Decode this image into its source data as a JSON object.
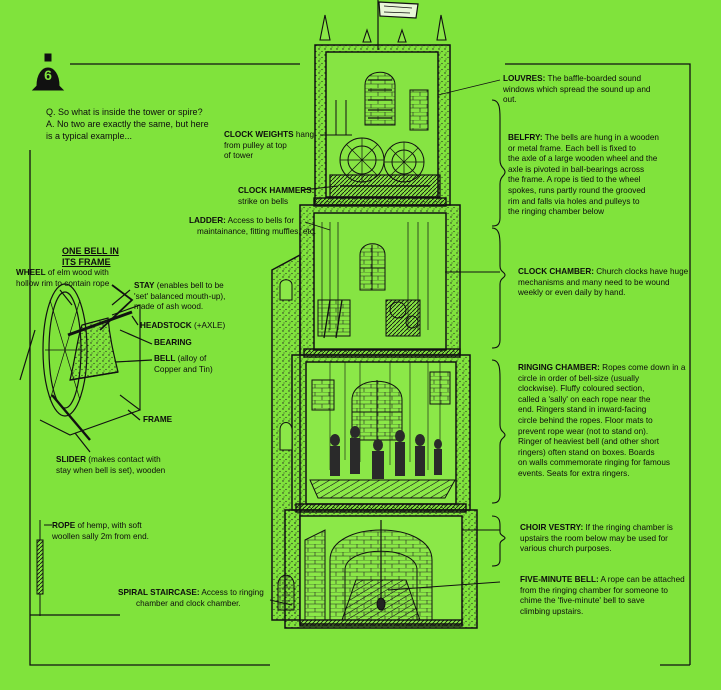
{
  "badge": {
    "number": "6"
  },
  "intro": {
    "question": "Q. So what is inside the tower or spire?",
    "answer_line1": "A. No two are exactly the same, but here",
    "answer_line2": "is a typical example..."
  },
  "bell_panel": {
    "title_line1": "ONE BELL IN",
    "title_line2": "ITS FRAME",
    "wheel": {
      "term": "WHEEL",
      "line1": " of elm wood with",
      "line2": "hollow rim to contain rope"
    },
    "stay": {
      "term": "STAY",
      "line1": " (enables bell to be",
      "line2": "'set' balanced mouth-up),",
      "line3": "made of ash wood."
    },
    "headstock": {
      "term": "HEADSTOCK",
      "text": " (+AXLE)"
    },
    "bearing": {
      "term": "BEARING"
    },
    "bell": {
      "term": "BELL",
      "line1": " (alloy of",
      "line2": "Copper and Tin)"
    },
    "frame": {
      "term": "FRAME"
    },
    "slider": {
      "term": "SLIDER",
      "line1": " (makes contact with",
      "line2": "stay when bell is set), wooden"
    },
    "rope": {
      "term": "ROPE",
      "line1": " of hemp, with soft",
      "line2": "woollen sally 2m from end."
    }
  },
  "left_labels": {
    "clock_weights": {
      "term": "CLOCK WEIGHTS",
      "line1": " hang",
      "line2": "from pulley at top",
      "line3": "of tower"
    },
    "clock_hammers": {
      "term": "CLOCK HAMMERS:",
      "line1": "strike on bells"
    },
    "ladder": {
      "term": "LADDER:",
      "line1": " Access to bells for",
      "line2": "maintainance, fitting muffles, etc."
    },
    "spiral_staircase": {
      "term": "SPIRAL STAIRCASE:",
      "line1": " Access to ringing",
      "line2": "chamber and clock chamber."
    }
  },
  "right_labels": {
    "louvres": {
      "term": "LOUVRES:",
      "line1": " The baffle-boarded sound",
      "line2": "windows which spread the sound up and",
      "line3": "out."
    },
    "belfry": {
      "term": "BELFRY:",
      "lines": [
        " The bells are hung in a wooden",
        "or metal frame. Each bell is fixed to",
        "the axle of a large wooden wheel and the",
        "axle is pivoted in ball-bearings across",
        "the frame. A rope is tied to the wheel",
        "spokes, runs partly round the grooved",
        "rim and falls via holes and pulleys to",
        "the ringing chamber below"
      ]
    },
    "clock_chamber": {
      "term": "CLOCK CHAMBER:",
      "lines": [
        " Church clocks have huge",
        "mechanisms and many need to be wound",
        "weekly or even daily by hand."
      ]
    },
    "ringing_chamber": {
      "term": "RINGING CHAMBER:",
      "lines": [
        " Ropes come down in a",
        "circle in order of bell-size (usually",
        "clockwise). Fluffy coloured section,",
        "called a 'sally' on each rope near the",
        "end. Ringers stand in inward-facing",
        "circle behind the ropes. Floor mats to",
        "prevent rope wear (not to stand on).",
        "Ringer of heaviest bell (and other short",
        "ringers) often stand on boxes. Boards",
        "on walls commemorate ringing for famous",
        "events. Seats for extra ringers."
      ]
    },
    "choir_vestry": {
      "term": "CHOIR VESTRY:",
      "lines": [
        " If the ringing chamber is",
        "upstairs the room below may be used for",
        "various church purposes."
      ]
    },
    "five_minute_bell": {
      "term": "FIVE-MINUTE BELL:",
      "lines": [
        " A rope can be attached",
        "from the ringing chamber for someone to",
        "chime the 'five-minute' bell to save",
        "climbing upstairs."
      ]
    }
  },
  "colors": {
    "background": "#80e33c",
    "ink": "#111111"
  }
}
